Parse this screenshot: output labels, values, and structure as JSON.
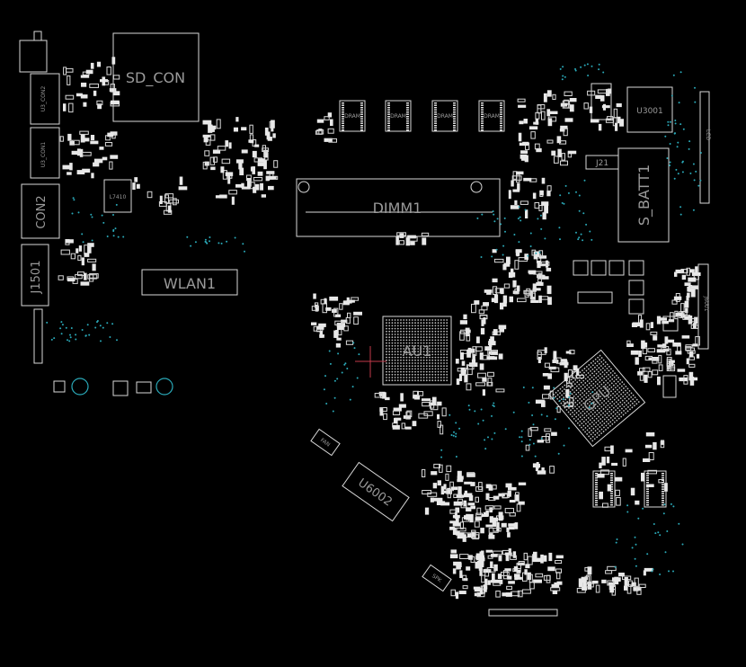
{
  "board": {
    "labels": {
      "sd_con": "SD_CON",
      "u3_con2": "U3_CON2",
      "u3_con1": "U3_CON1",
      "con2": "CON2",
      "l7410": "L7410",
      "j1501": "J1501",
      "wlan1": "WLAN1",
      "dimm1": "DIMM1",
      "dram1": "DRAM",
      "dram2": "DRAM",
      "dram3": "DRAM",
      "dram4": "DRAM",
      "u3001": "U3001",
      "j21": "J21",
      "s_batt1": "S_BATT1",
      "au1": "AU1",
      "gpu": "GPU",
      "u6002": "U6002",
      "fan": "FAN",
      "spk": "SPK",
      "j6001": "J6001",
      "lcd": "LCD"
    },
    "colors": {
      "background": "#000000",
      "outline": "#d8d8d8",
      "via": "#2aa9b8",
      "marker": "#c23a4a",
      "label": "#9a9a9a"
    }
  }
}
